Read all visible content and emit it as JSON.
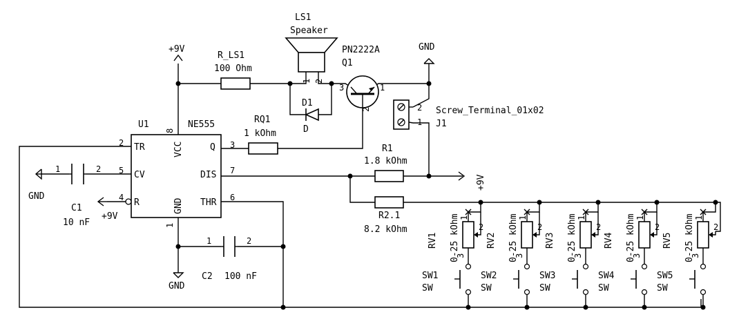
{
  "u1": {
    "ref": "U1",
    "value": "NE555",
    "pins": {
      "p1": "1",
      "p2": "2",
      "p3": "3",
      "p4": "4",
      "p5": "5",
      "p6": "6",
      "p7": "7",
      "p8": "8"
    },
    "labels": {
      "tr": "TR",
      "cv": "CV",
      "r": "R",
      "vcc": "VCC",
      "q": "Q",
      "dis": "DIS",
      "gnd": "GND",
      "thr": "THR"
    }
  },
  "ls1": {
    "ref": "LS1",
    "value": "Speaker",
    "pin1": "1",
    "pin2": "2"
  },
  "q1": {
    "ref": "Q1",
    "value": "PN2222A",
    "pin1": "1",
    "pin2": "2",
    "pin3": "3"
  },
  "r_ls1": {
    "ref": "R_LS1",
    "value": "100 Ohm"
  },
  "rq1": {
    "ref": "RQ1",
    "value": "1 kOhm"
  },
  "d1": {
    "ref": "D1",
    "value": "D"
  },
  "j1": {
    "ref": "J1",
    "value": "Screw_Terminal_01x02",
    "pin1": "1",
    "pin2": "2"
  },
  "r1": {
    "ref": "R1",
    "value": "1.8 kOhm"
  },
  "r21": {
    "ref": "R2.1",
    "value": "8.2 kOhm"
  },
  "c1": {
    "ref": "C1",
    "value": "10 nF",
    "pin1": "1",
    "pin2": "2"
  },
  "c2": {
    "ref": "C2",
    "value": "100 nF",
    "pin1": "1",
    "pin2": "2"
  },
  "power": {
    "vcc": "+9V",
    "gnd": "GND"
  },
  "pots": [
    {
      "ref": "RV1",
      "value": "0-25 kOhm"
    },
    {
      "ref": "RV2",
      "value": "0-25 kOhm"
    },
    {
      "ref": "RV3",
      "value": "0-25 kOhm"
    },
    {
      "ref": "RV4",
      "value": "0-25 kOhm"
    },
    {
      "ref": "RV5",
      "value": "0-25 kOhm"
    }
  ],
  "pot_pins": {
    "p1": "1",
    "p2": "2",
    "p3": "3"
  },
  "switches": [
    {
      "ref": "SW1",
      "value": "SW"
    },
    {
      "ref": "SW2",
      "value": "SW"
    },
    {
      "ref": "SW3",
      "value": "SW"
    },
    {
      "ref": "SW4",
      "value": "SW"
    },
    {
      "ref": "SW5",
      "value": "SW"
    }
  ]
}
